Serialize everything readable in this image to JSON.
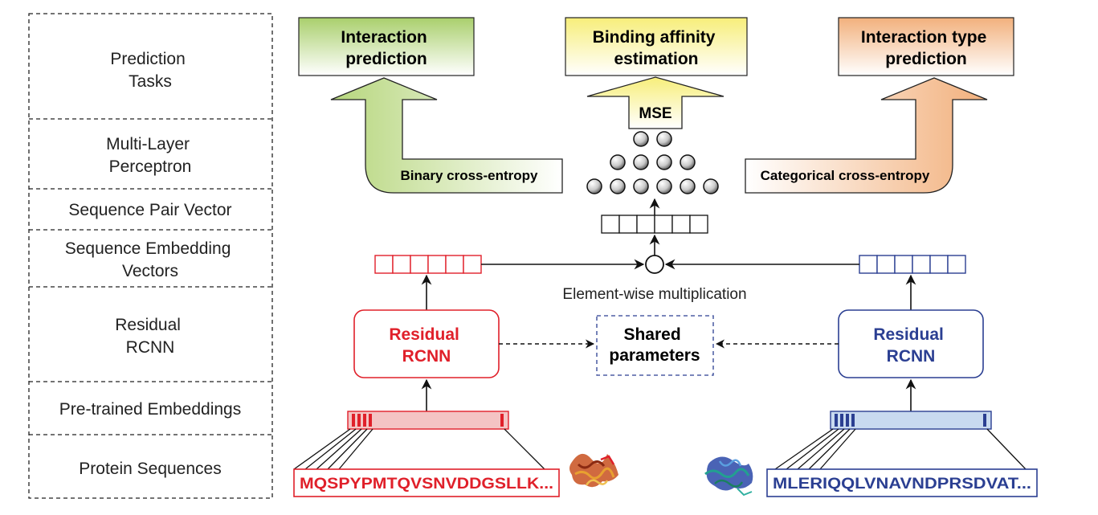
{
  "layers": [
    {
      "lines": [
        "Prediction",
        "Tasks"
      ]
    },
    {
      "lines": [
        "Multi-Layer",
        "Perceptron"
      ]
    },
    {
      "lines": [
        "Sequence Pair Vector"
      ]
    },
    {
      "lines": [
        "Sequence Embedding",
        "Vectors"
      ]
    },
    {
      "lines": [
        "Residual",
        "RCNN"
      ]
    },
    {
      "lines": [
        "Pre-trained Embeddings"
      ]
    },
    {
      "lines": [
        "Protein Sequences"
      ]
    }
  ],
  "tasks": {
    "interaction": {
      "lines": [
        "Interaction",
        "prediction"
      ],
      "loss": "Binary cross-entropy",
      "color": "#a9cf6c"
    },
    "affinity": {
      "lines": [
        "Binding affinity",
        "estimation"
      ],
      "loss": "MSE",
      "color": "#f7ee7a"
    },
    "type": {
      "lines": [
        "Interaction type",
        "prediction"
      ],
      "loss": "Categorical cross-entropy",
      "color": "#f2b07c"
    }
  },
  "left_branch": {
    "rcnn_lines": [
      "Residual",
      "RCNN"
    ],
    "sequence": "MQSPYPMTQVSNVDDGSLLK...",
    "color": "#e0202a"
  },
  "right_branch": {
    "rcnn_lines": [
      "Residual",
      "RCNN"
    ],
    "sequence": "MLERIQQLVNAVNDPRSDVAT...",
    "color": "#2b3f92"
  },
  "shared": {
    "lines": [
      "Shared",
      "parameters"
    ]
  },
  "element_wise_label": "Element-wise multiplication",
  "icons": [
    "protein-structure-icon-red",
    "protein-structure-icon-blue"
  ]
}
